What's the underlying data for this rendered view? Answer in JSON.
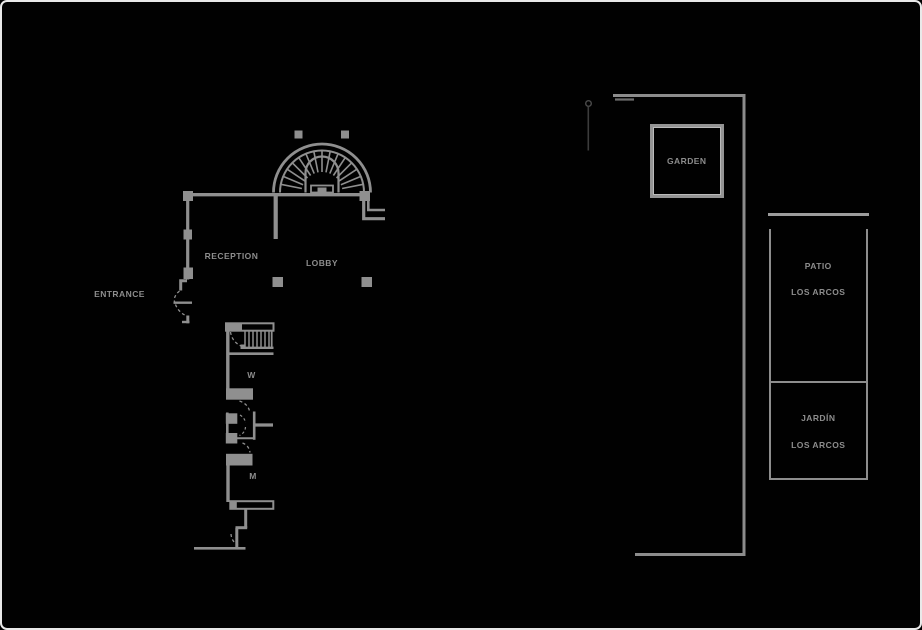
{
  "plan": {
    "title_hint": "hotel ground floor plan",
    "entrance": "ENTRANCE",
    "reception": "RECEPTION",
    "lobby": "LOBBY",
    "women": "W",
    "men": "M",
    "garden": "GARDEN",
    "patio": {
      "line1": "PATIO",
      "line2": "LOS ARCOS"
    },
    "jardin": {
      "line1": "JARDÍN",
      "line2": "LOS ARCOS"
    }
  },
  "colors": {
    "background": "#010101",
    "frame_border": "#e9e9e9",
    "wall": "#8f8f8f",
    "label": "#8d8d8d",
    "pole": "#3c3c3c"
  }
}
